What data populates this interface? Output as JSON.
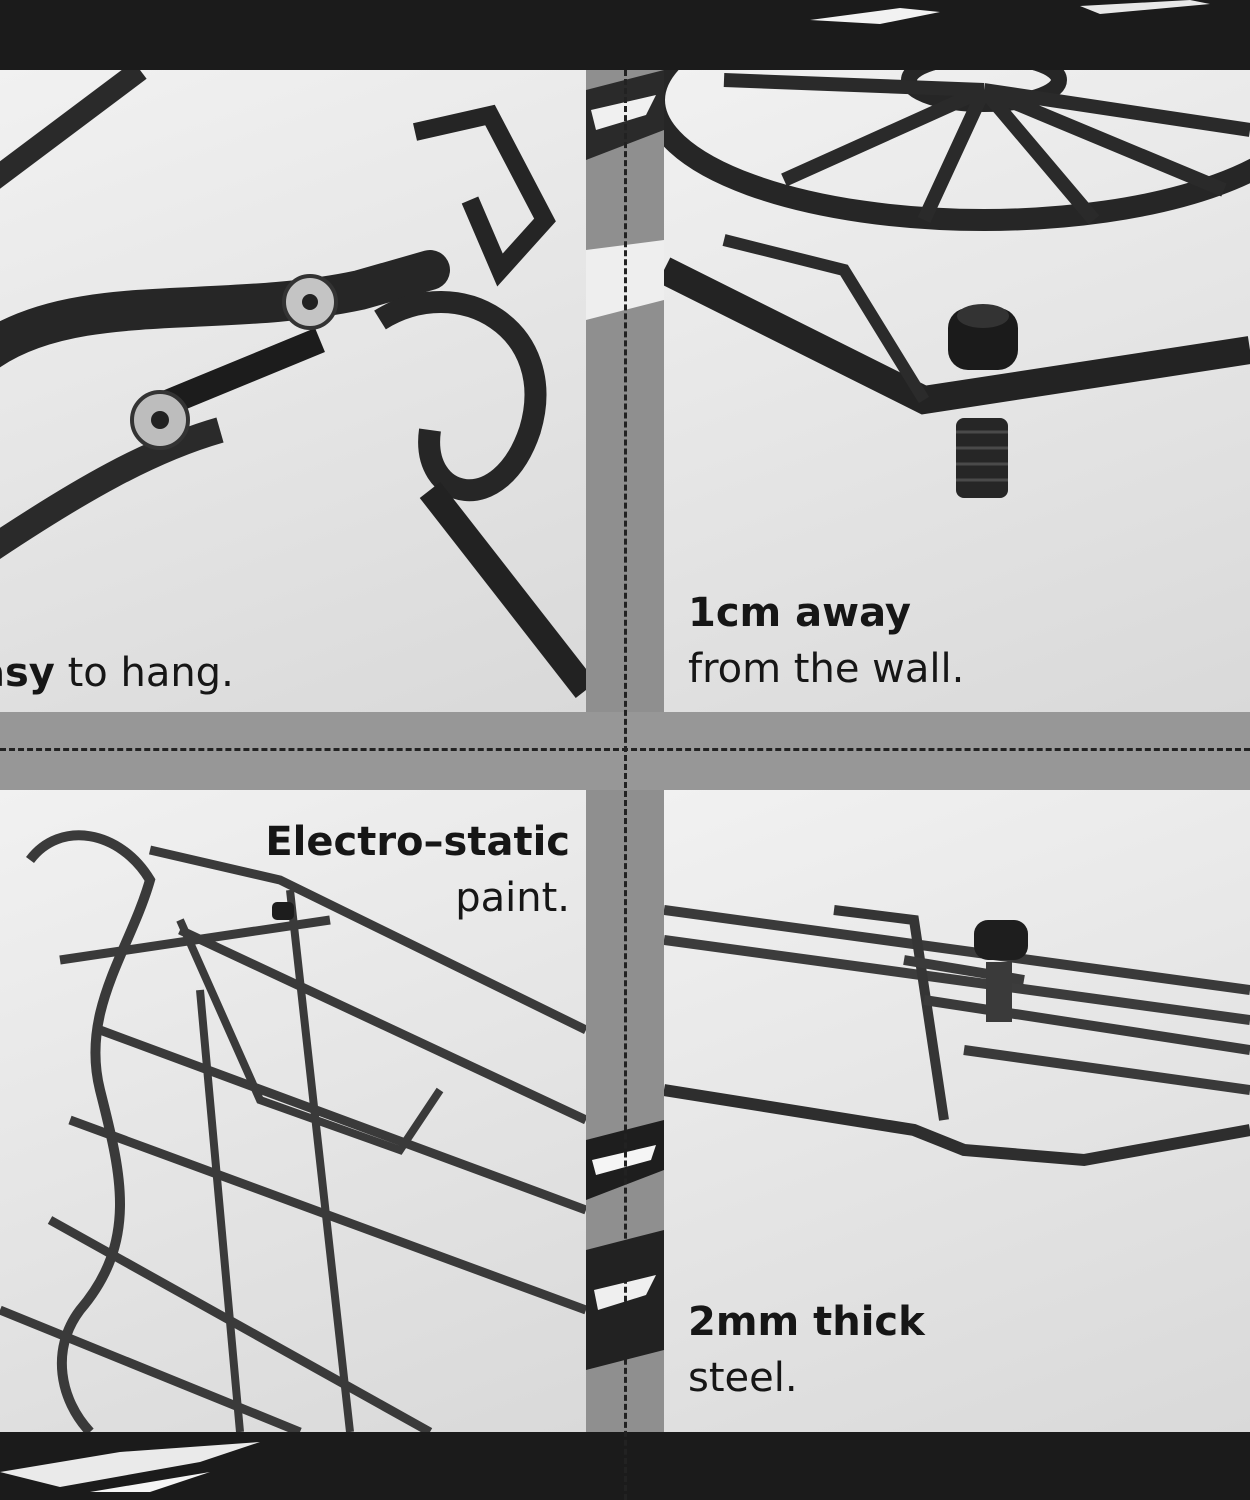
{
  "panels": [
    {
      "bold": "asy",
      "rest": " to hang."
    },
    {
      "bold": "1cm away",
      "rest": "from the wall."
    },
    {
      "bold": "Electro–static",
      "rest": "paint."
    },
    {
      "bold": "2mm thick",
      "rest": "steel."
    }
  ]
}
